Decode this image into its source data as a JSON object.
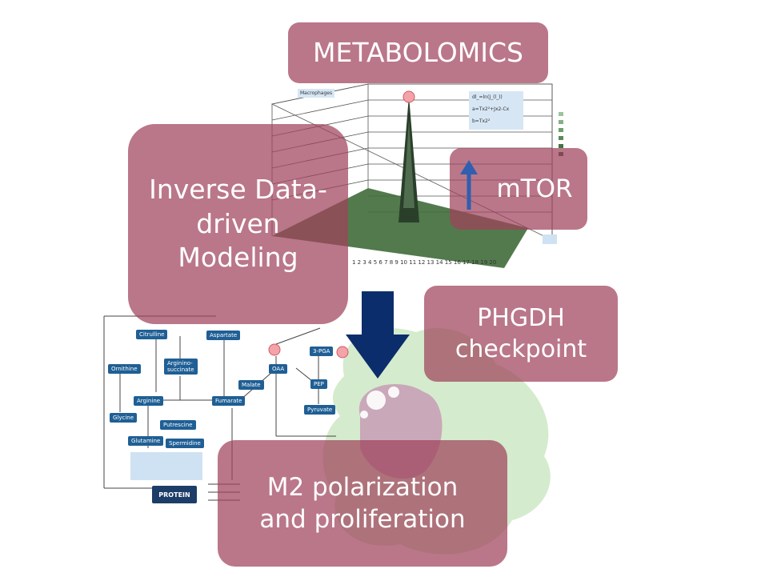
{
  "boxes": {
    "metabolomics": "METABOLOMICS",
    "inverse_modeling": "Inverse Data-\ndriven\nModeling",
    "mtor": "mTOR",
    "phgdh": "PHGDH\ncheckpoint",
    "m2": "M2 polarization\nand proliferation"
  },
  "plot_label": "Macrophages",
  "equations": [
    "dl_=ln(J_(l_))",
    "a=Tx2²+Jx2-Cx",
    "b=Tx2²"
  ],
  "pathway_nodes": {
    "citrulline": "Citrulline",
    "aspartate": "Aspartate",
    "ornithine": "Ornithine",
    "arginino_succinate": "Arginino-\nsuccinate",
    "arginine": "Arginine",
    "fumarate": "Fumarate",
    "malate": "Malate",
    "oaa": "OAA",
    "pgm": "3-PGA",
    "pep": "PEP",
    "pyruvate": "Pyruvate",
    "glycine": "Glycine",
    "putrescine": "Putrescine",
    "spermidine": "Spermidine",
    "glutamine": "Glutamine",
    "protein": "PROTEIN"
  },
  "colors": {
    "box": "#a0425c",
    "arrow": "#0c2d6b",
    "node": "#1f5f95",
    "plot_floor": "#3f6b3a",
    "cell": "#cde7c4"
  }
}
